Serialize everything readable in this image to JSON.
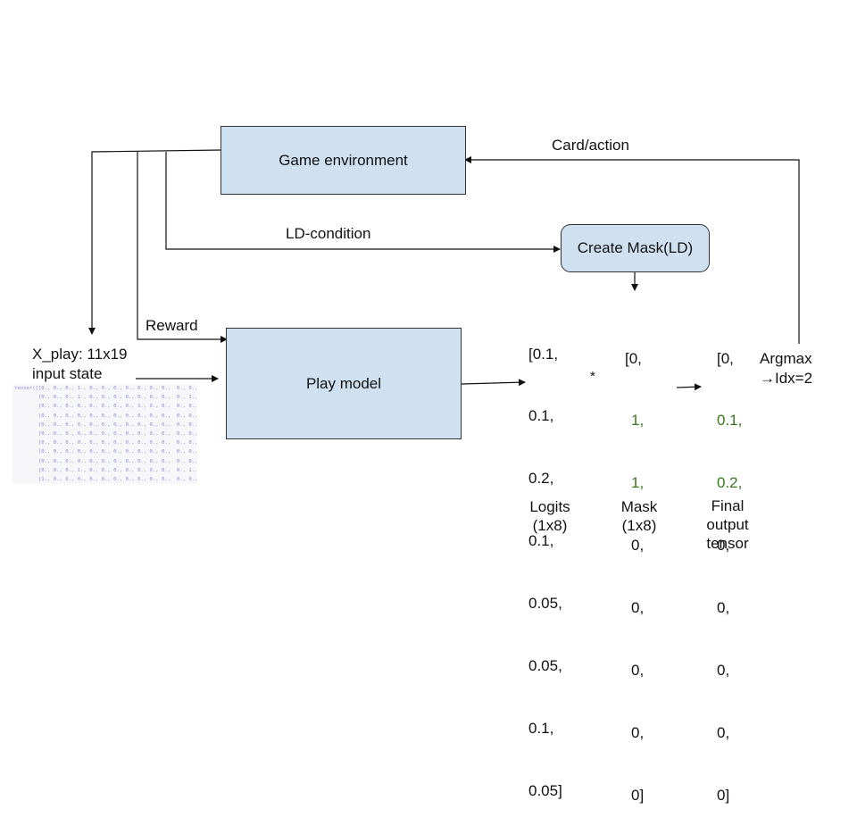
{
  "boxes": {
    "game_env": "Game environment",
    "create_mask": "Create Mask(LD)",
    "play_model": "Play model"
  },
  "edge_labels": {
    "card_action": "Card/action",
    "ld_condition": "LD-condition",
    "reward": "Reward"
  },
  "input": {
    "line1": "X_play: 11x19",
    "line2": "input state",
    "tensor_rows": [
      "tensor([[0., 0., 0., 1., 0., 0., 0., 0., 0., 0., 0.,  0., 0., 0., 1., 0., 1],",
      "        [0., 0., 0., 1., 0., 0., 0., 0., 0., 0., 0.,  0., 1., 0., 0., 0.],",
      "        [0., 0., 0., 0., 0., 0., 0., 0., 1., 0., 0.,  0., 0., 1., 0., 0.],",
      "        [0., 0., 0., 0., 0., 0., 0., 0., 0., 0., 0.,  0., 0., 0., 0., 0.],",
      "        [0., 0., 0., 0., 0., 0., 0., 0., 0., 0., 0.,  0., 0., 0., 0., 0.],",
      "        [0., 0., 0., 0., 0., 0., 0., 0., 0., 0., 0.,  0., 0., 0., 0., 0.],",
      "        [0., 0., 0., 0., 0., 0., 0., 0., 0., 0., 0.,  0., 0., 0., 0., 0.],",
      "        [0., 0., 0., 0., 0., 0., 0., 0., 0., 0., 0.,  0., 0., 0., 0., 0.],",
      "        [0., 0., 0., 0., 0., 0., 0., 0., 0., 0., 0.,  0., 0., 0., 0., 0.],",
      "        [0., 0., 0., 1., 0., 0., 0., 0., 0., 0., 0.,  0., 1., 0., 0., 0.],",
      "        [1., 0., 0., 0., 0., 0., 0., 0., 0., 0., 0.,  0., 0., 0., 1., 0.]],"
    ]
  },
  "logits": [
    "[0.1,",
    "0.1,",
    "0.2,",
    "0.1,",
    "0.05,",
    "0.05,",
    "0.1,",
    "0.05]"
  ],
  "mask": [
    "[0,",
    "1,",
    "1,",
    "0,",
    "0,",
    "0,",
    "0,",
    "0]"
  ],
  "final": [
    "[0,",
    "0.1,",
    "0.2,",
    "0,",
    "0,",
    "0,",
    "0,",
    "0]"
  ],
  "multiply_symbol": "*",
  "argmax": {
    "line1": "Argmax",
    "line2": "→Idx=2"
  },
  "captions": {
    "logits": [
      "Logits",
      "(1x8)"
    ],
    "mask": [
      "Mask",
      "(1x8)"
    ],
    "final": [
      "Final",
      "output",
      "tensor"
    ]
  },
  "colors": {
    "box_fill": "#cfe0f1",
    "highlight_green": "#38761d",
    "tensor_blue": "#8a8fd8"
  }
}
